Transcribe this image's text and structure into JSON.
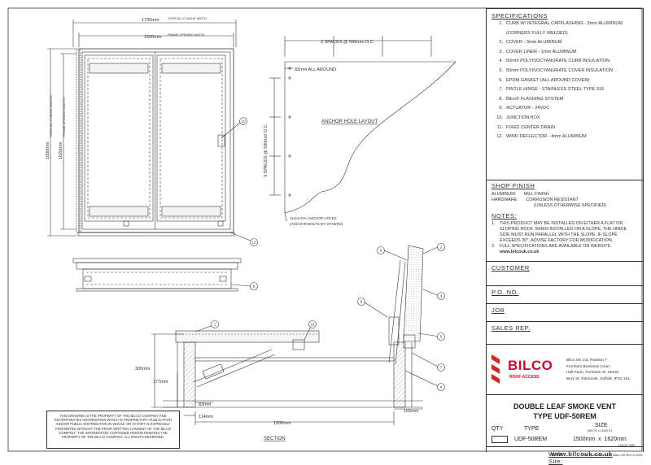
{
  "views": {
    "plan": {
      "overall_flange_width": "1730mm",
      "overall_flange_width_note": "OVER ALL FLANGE WIDTH",
      "frame_opening_width": "1500mm",
      "frame_opening_width_note": "FRAME OPENING WIDTH",
      "overall_flange_length": "1850mm",
      "overall_flange_length_note": "OVER ALL FLANGE LENGTH",
      "frame_opening_length": "1620mm",
      "frame_opening_length_note": "FRAME OPENING LENGTH"
    },
    "anchor": {
      "spaces_horizontal": "3 SPACES @ 556mm O.C.",
      "spaces_vertical": "3 SPACES @ 590mm O.C.",
      "all_around": "83mm ALL AROUND",
      "layout_title": "ANCHOR HOLE LAYOUT",
      "holes_note_1": "11mm DIA ANCHOR HOLES",
      "holes_note_2": "(ANCHOR BOLTS BY OTHERS)"
    },
    "section": {
      "title": "SECTION",
      "dim_305": "305mm",
      "dim_177": "177mm",
      "dim_83": "83mm",
      "dim_114": "114mm",
      "dim_1500": "1500mm",
      "dim_155": "155mm"
    },
    "callouts": [
      "1",
      "2",
      "3",
      "4",
      "5",
      "6",
      "7",
      "8",
      "9",
      "10",
      "11",
      "12"
    ]
  },
  "specifications": {
    "title": "SPECIFICATIONS",
    "items": [
      {
        "n": "1.",
        "text": "CURB W/ INTEGRAL CAPFLASHING - 3mm ALUMINUM"
      },
      {
        "n": "",
        "text": "(CORNERS FULLY WELDED)"
      },
      {
        "n": "2.",
        "text": "COVER - 3mm ALUMINUM"
      },
      {
        "n": "3.",
        "text": "COVER LINER - 1mm ALUMINUM"
      },
      {
        "n": "4.",
        "text": "50mm POLYISOCYANURATE CURB INSULATION"
      },
      {
        "n": "5.",
        "text": "50mm POLYISOCYANURATE COVER INSULATION"
      },
      {
        "n": "6.",
        "text": "EPDM GASKET (ALL AROUND COVER)"
      },
      {
        "n": "7.",
        "text": "PINTLE HINGE - STAINLESS STEEL TYPE 316"
      },
      {
        "n": "8.",
        "text": "Bilco® FLASHING SYSTEM"
      },
      {
        "n": "9.",
        "text": "ACTUATOR - 24VDC"
      },
      {
        "n": "10.",
        "text": "JUNCTION BOX"
      },
      {
        "n": "11.",
        "text": "FIXED CENTER DRAIN"
      },
      {
        "n": "12.",
        "text": "WIND DEFLECTOR - 4mm ALUMINUM"
      }
    ]
  },
  "shop_finish": {
    "title": "SHOP FINISH",
    "aluminum_label": "ALUMINUM:",
    "aluminum_value": "MILL FINISH",
    "hardware_label": "HARDWARE:",
    "hardware_value": "CORROSION RESISTANT",
    "hardware_note": "(UNLESS OTHERWISE SPECIFIED)"
  },
  "notes": {
    "title": "NOTES:",
    "items": [
      {
        "n": "1.",
        "text": "THIS PRODUCT MAY BE INSTALLED ON EITHER A FLAT OR SLOPING ROOF. WHEN INSTALLED ON A SLOPE, THE HINGE SIDE MUST RUN PARALLEL WITH THE SLOPE. IF SLOPE EXCEEDS 30°, ADVISE FACTORY FOR MODIFICATION."
      },
      {
        "n": "2.",
        "text": "FULL SPECIFICATIONS ARE AVAILABLE ON WEBSITE:"
      }
    ],
    "website": "www.bilcouk.co.uk"
  },
  "fields": {
    "customer": "CUSTOMER",
    "po": "P.O. NO.",
    "job": "JOB",
    "sales_rep": "SALES REP."
  },
  "company": {
    "logo_name": "BILCO",
    "logo_sub": "ROOF ACCESS",
    "address": [
      "Bilco UK Ltd, Pavilion 7",
      "Fornham Business Court",
      "Hall Farm, Fornham St. Martin",
      "Bury St. Edmunds, Suffolk, IP31 1SL"
    ]
  },
  "title_block": {
    "title": "DOUBLE LEAF SMOKE VENT",
    "type_line": "TYPE UDF-50REM",
    "qty_label": "QTY",
    "type_label": "TYPE",
    "size_label": "SIZE",
    "size_sub": "WIDTH x LENGTH",
    "type_value": "UDF-50REM",
    "size_value": "1500mm  x  1620mm",
    "hinge_side": "HINGE SIDE",
    "web_label": "Web Site:",
    "web_value": "www.bilcouk.co.uk"
  },
  "disclaimer": "THIS DRAWING IS THE PROPERTY OF THE BILCO COMPANY AND INCORPORATES INFORMATION WHICH IS PROPRIETARY. PUBLICATION AND/OR PUBLIC DISTRIBUTION IN WHOLE OR IN PART IS EXPRESSLY PROHIBITED WITHOUT THE PRIOR WRITTEN CONSENT OF THE BILCO COMPANY. THE INFORMATION CONTAINED HEREIN REMAINS THE PROPERTY OF THE BILCO COMPANY. ALL RIGHTS RESERVED.",
  "footer": "SD-UDF-50REMTS Bilco UK Rev A 2021",
  "colors": {
    "line": "#333333",
    "brand_red": "#d8261f",
    "logo_red": "#c8102e"
  }
}
